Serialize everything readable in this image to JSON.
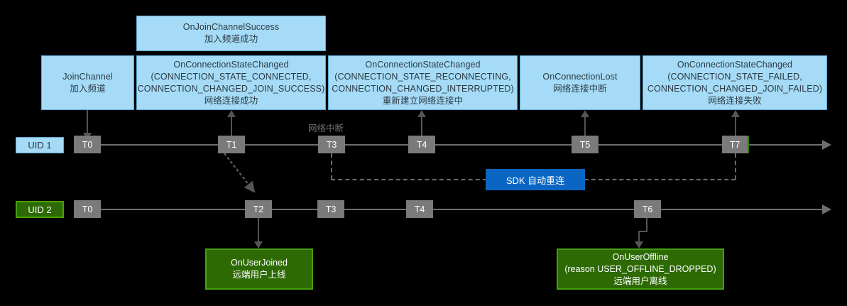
{
  "diagram": {
    "title": "Agora RTC connection state timeline",
    "colors": {
      "background": "#000000",
      "event_box_fill": "#a5dbf7",
      "event_box_border": "#5fa8d3",
      "green_box_fill": "#2d6a04",
      "green_box_border": "#47a00a",
      "sdk_box_fill": "#0b66c3",
      "tick_fill": "#7a7a7a",
      "axis_color": "#6e6e6e",
      "connector_color": "#555555",
      "free_label_color": "#6f6f6f"
    }
  },
  "event_boxes": [
    {
      "id": "on-join-channel-success",
      "lines": [
        "OnJoinChannelSuccess",
        "加入频道成功"
      ]
    },
    {
      "id": "join-channel",
      "lines": [
        "JoinChannel",
        "加入频道"
      ]
    },
    {
      "id": "on-connection-state-changed-connected",
      "lines": [
        "OnConnectionStateChanged",
        "(CONNECTION_STATE_CONNECTED,",
        "CONNECTION_CHANGED_JOIN_SUCCESS)",
        "网络连接成功"
      ]
    },
    {
      "id": "on-connection-state-changed-reconnecting",
      "lines": [
        "OnConnectionStateChanged",
        "(CONNECTION_STATE_RECONNECTING,",
        "CONNECTION_CHANGED_INTERRUPTED)",
        "重新建立网络连接中"
      ]
    },
    {
      "id": "on-connection-lost",
      "lines": [
        "OnConnectionLost",
        "网络连接中断"
      ]
    },
    {
      "id": "on-connection-state-changed-failed",
      "lines": [
        "OnConnectionStateChanged",
        "(CONNECTION_STATE_FAILED,",
        "CONNECTION_CHANGED_JOIN_FAILED)",
        "网络连接失败"
      ]
    }
  ],
  "green_boxes": [
    {
      "id": "on-user-joined",
      "lines": [
        "OnUserJoined",
        "远端用户上线"
      ]
    },
    {
      "id": "on-user-offline",
      "lines": [
        "OnUserOffline",
        "(reason USER_OFFLINE_DROPPED)",
        "远端用户离线"
      ]
    }
  ],
  "sdk_box": {
    "label": "SDK 自动重连"
  },
  "free_labels": [
    {
      "id": "network-interrupted",
      "text": "网络中断"
    }
  ],
  "timelines": [
    {
      "id": "uid-1",
      "badge": "UID 1",
      "ticks": [
        "T0",
        "T1",
        "T3",
        "T4",
        "T5",
        "T7"
      ]
    },
    {
      "id": "uid-2",
      "badge": "UID 2",
      "ticks": [
        "T0",
        "T2",
        "T3",
        "T4",
        "T6"
      ]
    }
  ]
}
